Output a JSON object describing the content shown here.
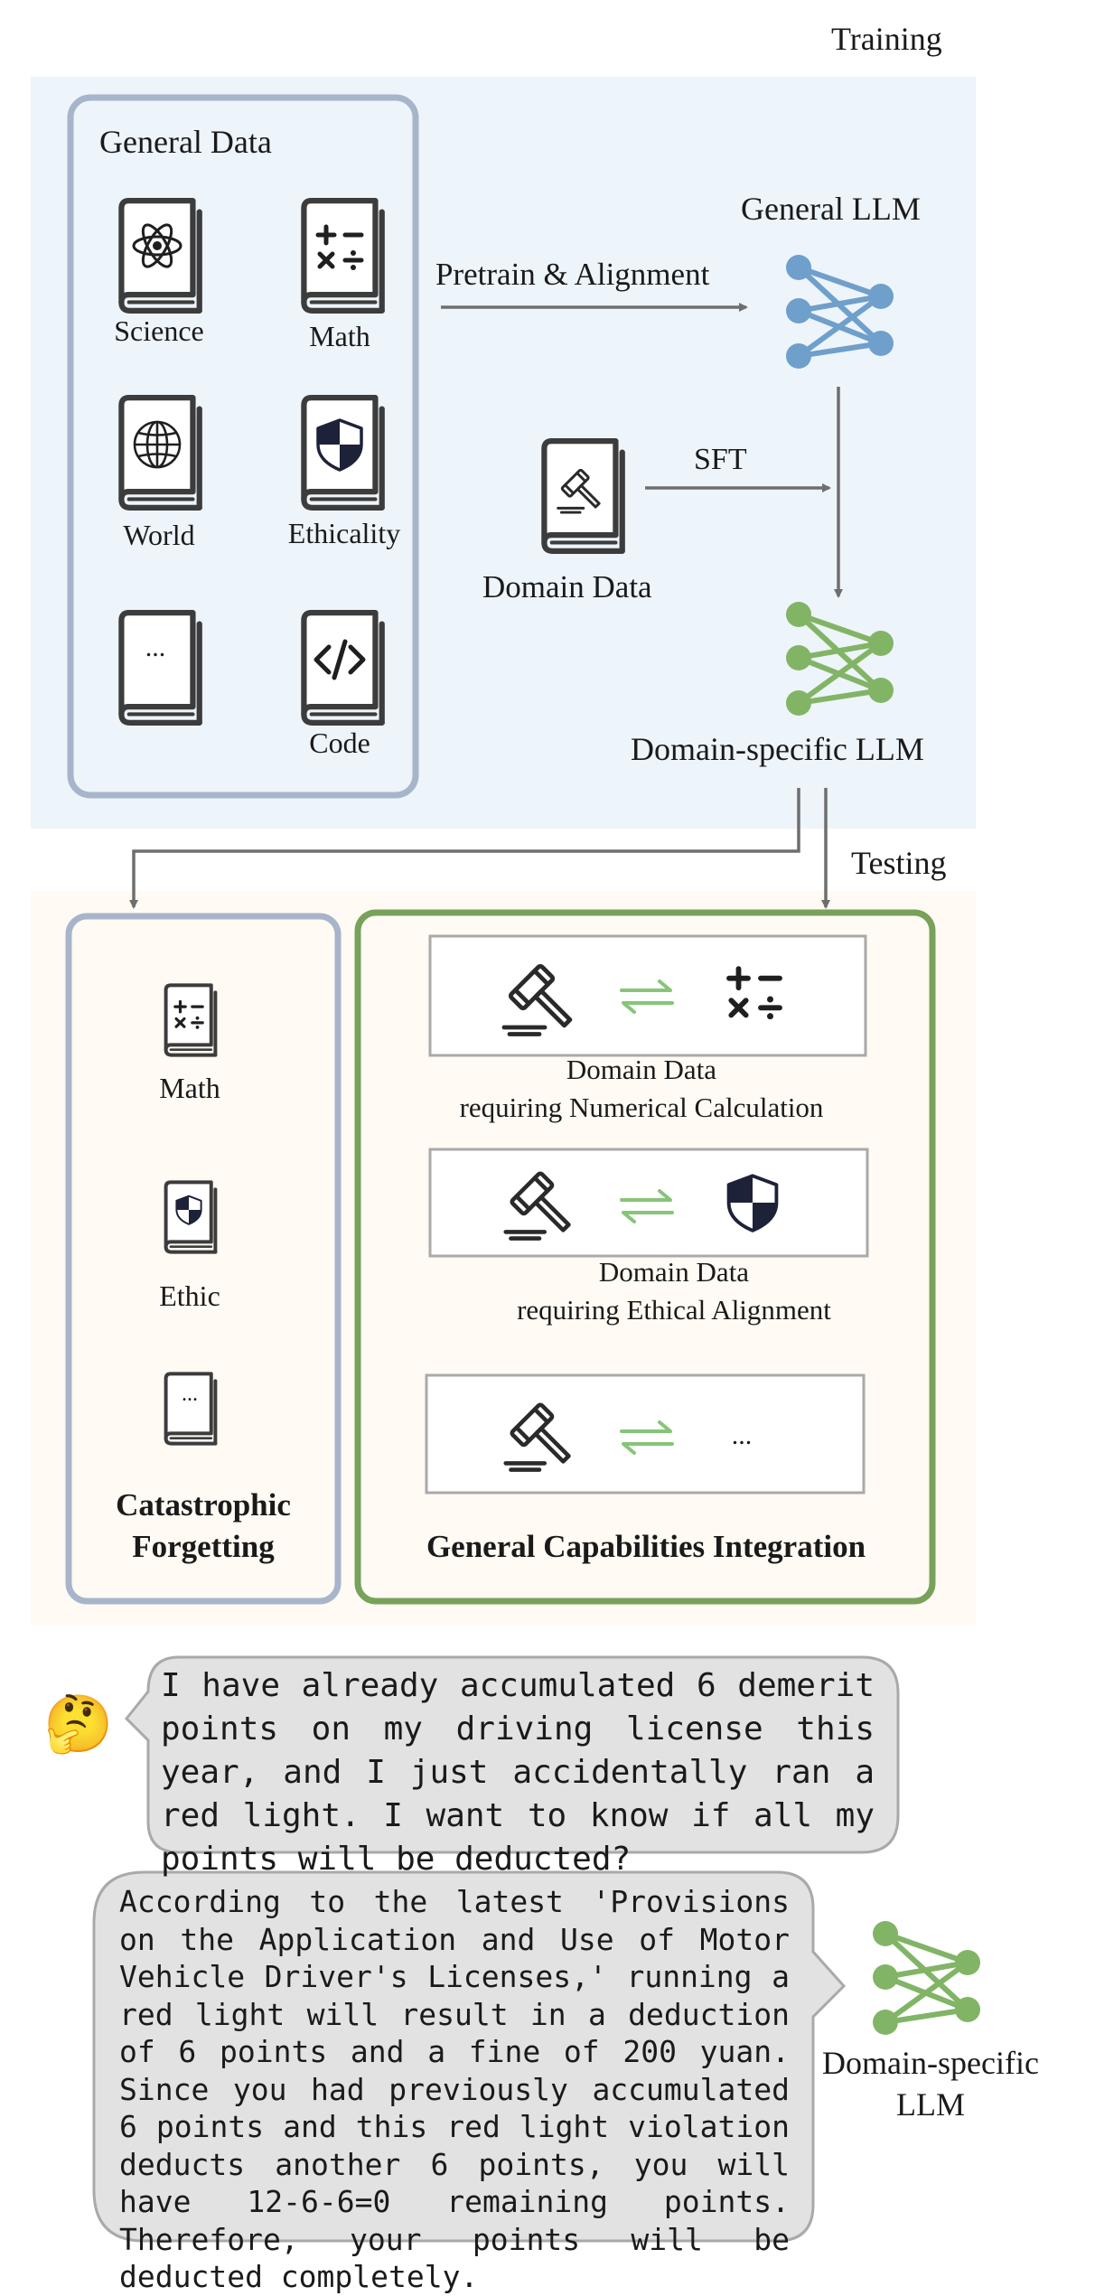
{
  "sections": {
    "training": "Training",
    "testing": "Testing"
  },
  "general_data": {
    "title": "General Data",
    "books": [
      {
        "label": "Science",
        "icon": "atom-icon"
      },
      {
        "label": "Math",
        "icon": "math-operators-icon"
      },
      {
        "label": "World",
        "icon": "globe-icon"
      },
      {
        "label": "Ethicality",
        "icon": "shield-icon"
      },
      {
        "label": "",
        "icon": "ellipsis-icon",
        "glyph": "..."
      },
      {
        "label": "Code",
        "icon": "code-icon"
      }
    ]
  },
  "training_flow": {
    "pretrain_label": "Pretrain & Alignment",
    "general_llm": "General LLM",
    "sft_label": "SFT",
    "domain_data": "Domain Data",
    "domain_llm": "Domain-specific LLM"
  },
  "forgetting": {
    "items": [
      {
        "label": "Math",
        "icon": "math-operators-icon"
      },
      {
        "label": "Ethic",
        "icon": "shield-icon"
      },
      {
        "label": "",
        "icon": "ellipsis-icon",
        "glyph": "..."
      }
    ],
    "title_line1": "Catastrophic",
    "title_line2": "Forgetting"
  },
  "integration": {
    "rows": [
      {
        "caption_line1": "Domain Data",
        "caption_line2": "requiring Numerical Calculation",
        "icon": "math-operators-icon"
      },
      {
        "caption_line1": "Domain Data",
        "caption_line2": "requiring Ethical Alignment",
        "icon": "shield-icon"
      },
      {
        "caption_line1": "",
        "caption_line2": "",
        "icon": "ellipsis-icon",
        "glyph": "..."
      }
    ],
    "title": "General Capabilities Integration"
  },
  "chat": {
    "user_emoji": "🤔",
    "question": "I have already accumulated 6 demerit points on my driving license this year, and I just accidentally ran a red light. I want to know if all my points will be deducted?",
    "answer": "According to the latest 'Provisions on the Application and Use of Motor Vehicle Driver's Licenses,' running a red light will result in a deduction of 6 points and a fine of 200 yuan. Since you had previously accumulated 6 points and this red light violation deducts another 6 points, you will have 12-6-6=0 remaining points. Therefore, your points will be deducted completely.",
    "responder_line1": "Domain-specific",
    "responder_line2": "LLM"
  },
  "colors": {
    "training_bg": "#edf4fa",
    "testing_bg": "#fffaf3",
    "blue_border": "#a7b5cb",
    "green_border": "#78a15a",
    "blue_node": "#6f9fcb",
    "green_node": "#82b466",
    "arrow": "#6e6e6e",
    "icon": "#3c3c3c",
    "exchange": "#86c578",
    "bubble_bg": "#e2e2e2",
    "bubble_border": "#a9a9a9"
  }
}
